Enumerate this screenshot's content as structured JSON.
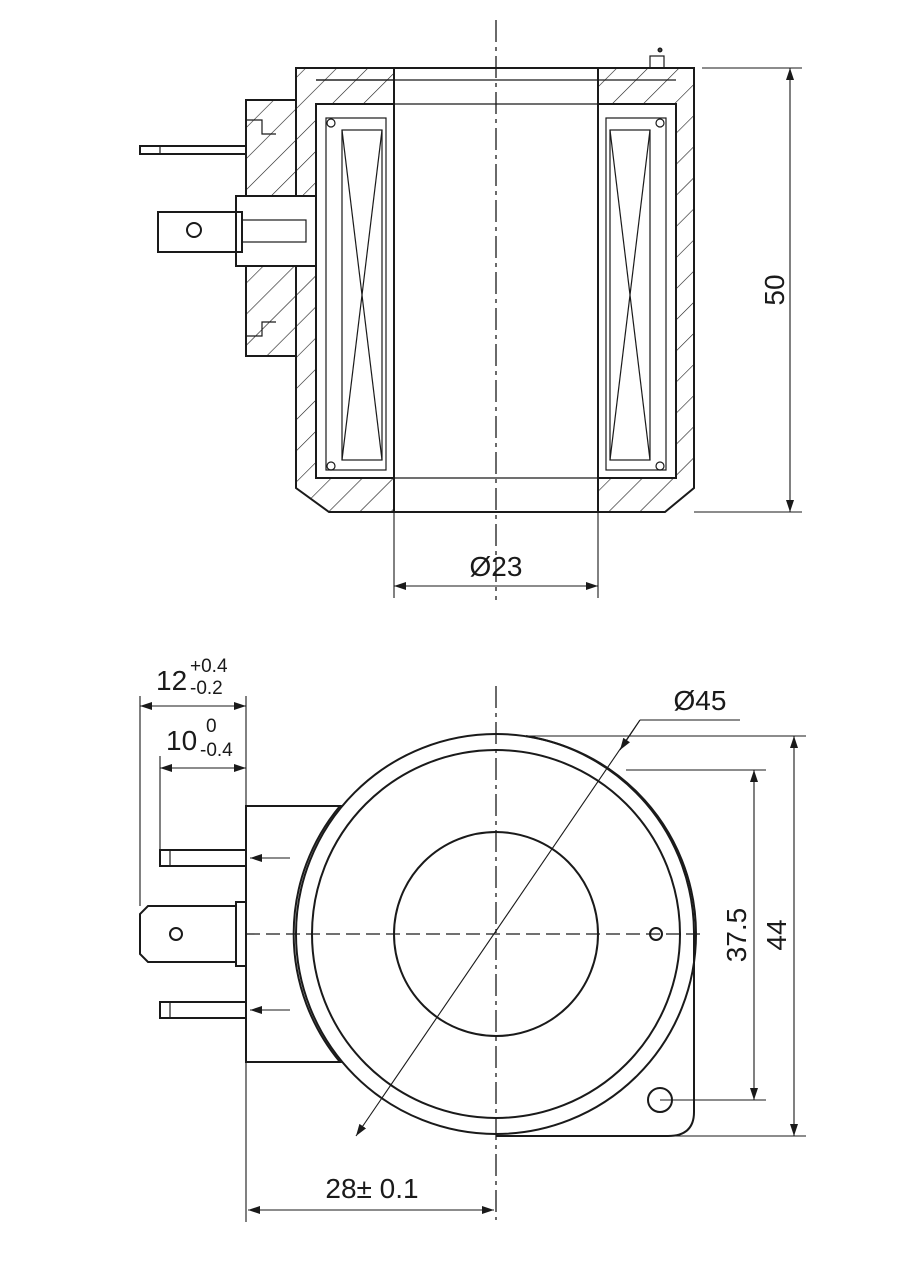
{
  "dimensions": {
    "height_total": "50",
    "bore_diameter": "Ø23",
    "outer_diameter": "Ø45",
    "terminal_12_base": "12",
    "terminal_12_upper": "+0.4",
    "terminal_12_lower": "-0.2",
    "terminal_10_base": "10",
    "terminal_10_upper": "0",
    "terminal_10_lower": "-0.4",
    "height_37": "37.5",
    "height_44": "44",
    "offset_28": "28± 0.1"
  }
}
